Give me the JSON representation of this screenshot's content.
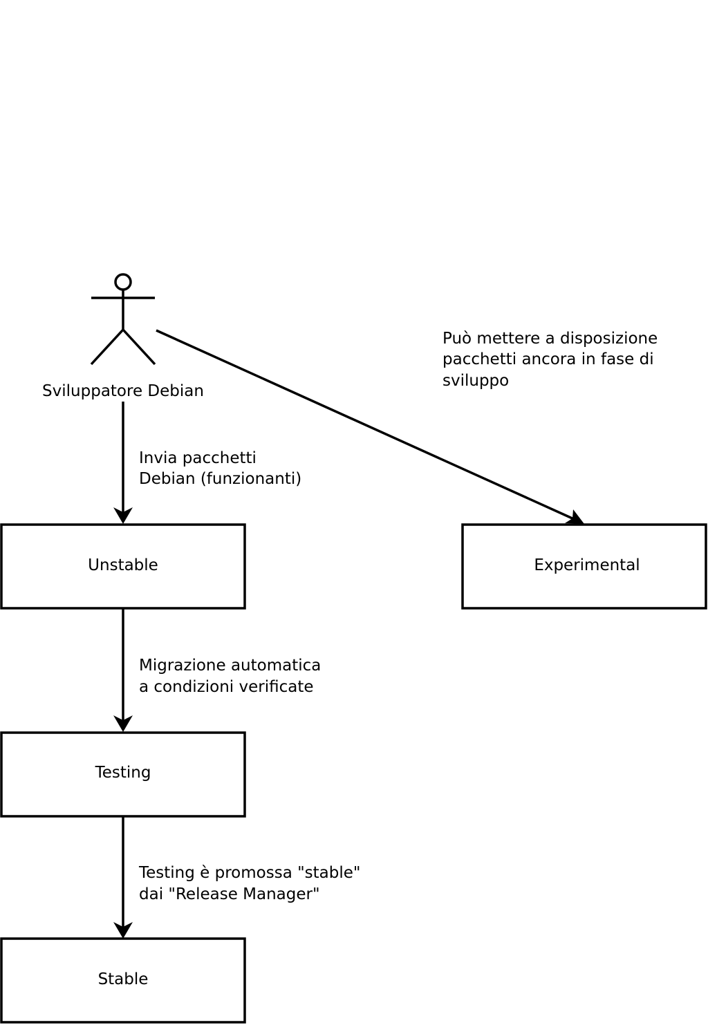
{
  "actor": {
    "label": "Sviluppatore Debian"
  },
  "boxes": {
    "unstable": "Unstable",
    "experimental": "Experimental",
    "testing": "Testing",
    "stable": "Stable"
  },
  "edges": {
    "to_unstable": [
      "Invia pacchetti",
      "Debian (funzionanti)"
    ],
    "to_experimental": [
      "Può mettere a disposizione",
      "pacchetti ancora in fase di",
      "sviluppo"
    ],
    "unstable_to_testing": [
      "Migrazione automatica",
      "a condizioni verificate"
    ],
    "testing_to_stable": [
      "Testing è promossa \"stable\"",
      "dai \"Release Manager\""
    ]
  }
}
